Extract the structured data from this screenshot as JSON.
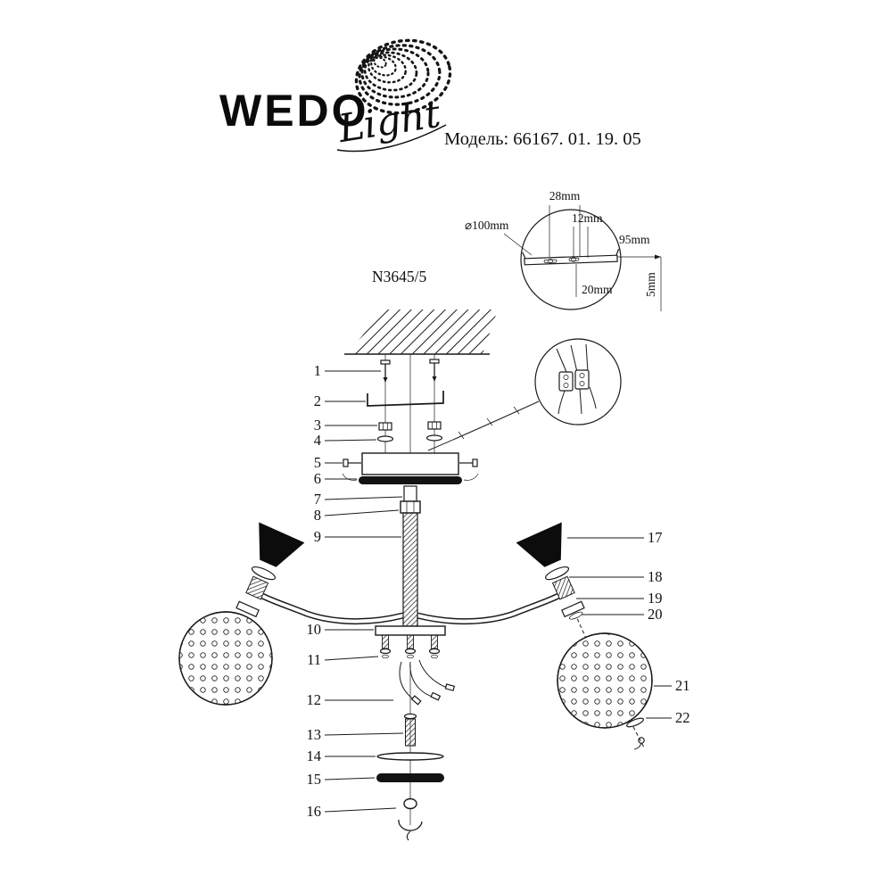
{
  "brand": {
    "wordmark": "WEDO",
    "script": "Light"
  },
  "model_line": "Модель: 66167. 01. 19. 05",
  "part_code": "N3645/5",
  "mount_detail": {
    "diameter": "⌀100mm",
    "width_28": "28mm",
    "slot_12": "12mm",
    "length_95": "95mm",
    "offset_20": "20mm",
    "thickness_5": "5mm"
  },
  "callouts": {
    "n1": "1",
    "n2": "2",
    "n3": "3",
    "n4": "4",
    "n5": "5",
    "n6": "6",
    "n7": "7",
    "n8": "8",
    "n9": "9",
    "n10": "10",
    "n11": "11",
    "n12": "12",
    "n13": "13",
    "n14": "14",
    "n15": "15",
    "n16": "16",
    "n17": "17",
    "n18": "18",
    "n19": "19",
    "n20": "20",
    "n21": "21",
    "n22": "22"
  }
}
